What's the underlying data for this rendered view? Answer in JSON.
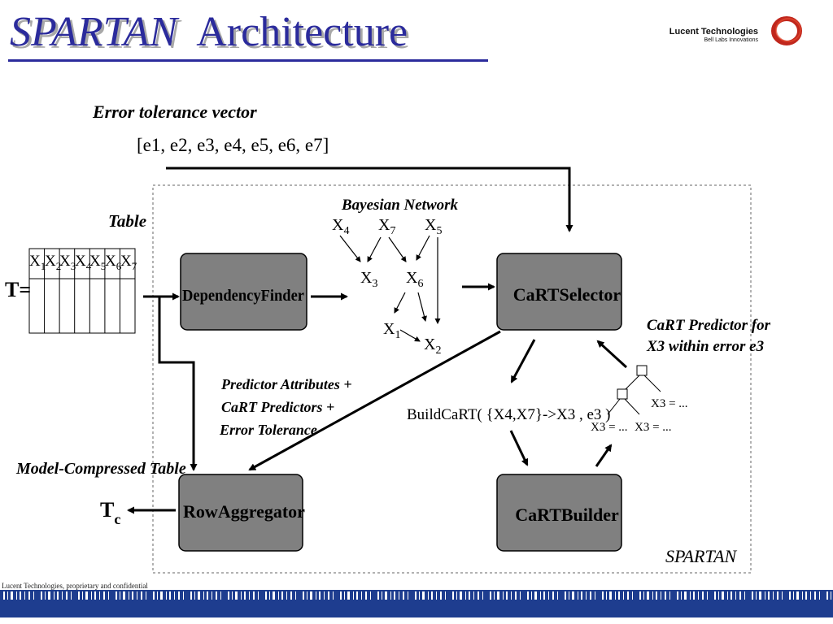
{
  "title": {
    "part1": "SPARTAN",
    "part2": "Architecture"
  },
  "brand": {
    "name": "Lucent Technologies",
    "sub": "Bell Labs Innovations"
  },
  "labels": {
    "error_vector_title": "Error tolerance vector",
    "error_vector": "[e1, e2, e3, e4, e5, e6, e7]",
    "table": "Table",
    "t_eq": "T=",
    "bayesian_network": "Bayesian Network",
    "predictor_line1": "Predictor Attributes +",
    "predictor_line2": "CaRT Predictors +",
    "predictor_line3": "Error Tolerance",
    "model_compressed": "Model-Compressed Table",
    "tc": "T",
    "tc_sub": "c",
    "cart_predictor_line1": "CaRT Predictor for",
    "cart_predictor_line2": "X3 within error e3",
    "build_cart": "BuildCaRT( {X4,X7}->X3 , e3 )",
    "spartan": "SPARTAN",
    "x3_eq": "X3 = ..."
  },
  "table_headers": [
    {
      "base": "X",
      "sub": "1"
    },
    {
      "base": "X",
      "sub": "2"
    },
    {
      "base": "X",
      "sub": "3"
    },
    {
      "base": "X",
      "sub": "4"
    },
    {
      "base": "X",
      "sub": "5"
    },
    {
      "base": "X",
      "sub": "6"
    },
    {
      "base": "X",
      "sub": "7"
    }
  ],
  "modules": {
    "dependency_finder": "DependencyFinder",
    "cart_selector": "CaRTSelector",
    "row_aggregator": "RowAggregator",
    "cart_builder": "CaRTBuilder"
  },
  "bn_nodes": [
    {
      "id": "x4",
      "base": "X",
      "sub": "4"
    },
    {
      "id": "x7",
      "base": "X",
      "sub": "7"
    },
    {
      "id": "x5",
      "base": "X",
      "sub": "5"
    },
    {
      "id": "x3",
      "base": "X",
      "sub": "3"
    },
    {
      "id": "x6",
      "base": "X",
      "sub": "6"
    },
    {
      "id": "x1",
      "base": "X",
      "sub": "1"
    },
    {
      "id": "x2",
      "base": "X",
      "sub": "2"
    }
  ],
  "footer": {
    "note": "Lucent Technologies, proprietary and confidential"
  },
  "colors": {
    "title": "#2b2b9c",
    "module_fill": "#808080",
    "footer_bar": "#1e3d8f"
  }
}
